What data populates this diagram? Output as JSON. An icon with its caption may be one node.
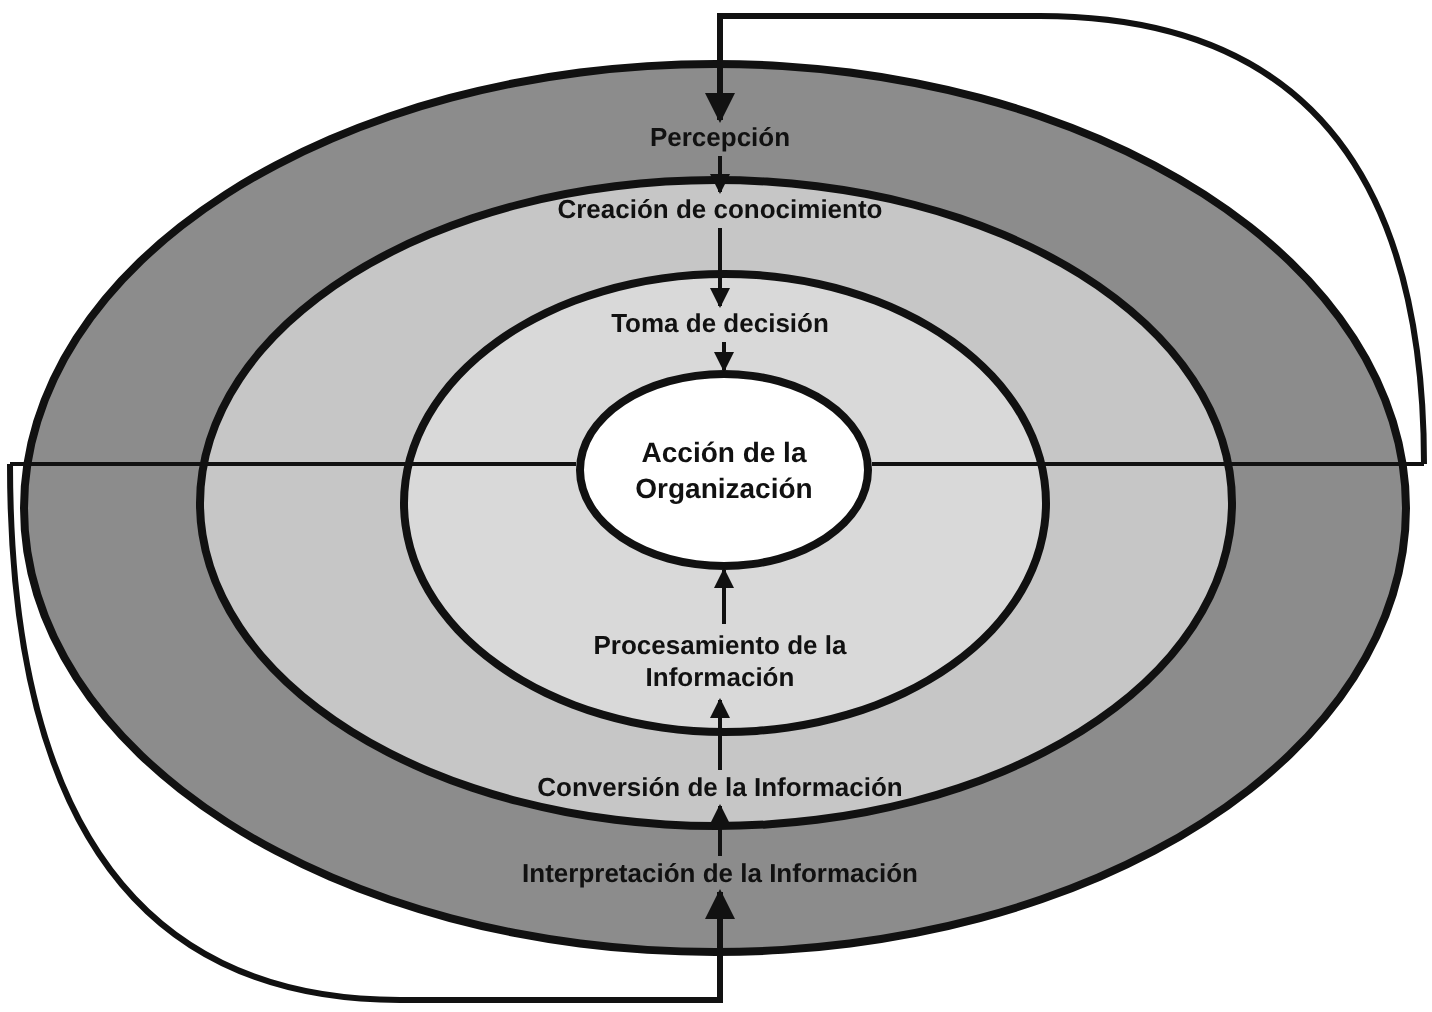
{
  "diagram": {
    "nodes": [
      {
        "text": [],
        "shape": "ellipse"
      },
      {
        "text": [],
        "shape": "ellipse",
        "in": 0
      },
      {
        "text": [],
        "shape": "ellipse",
        "in": 1
      },
      {
        "text": [
          "Acción de la Organización"
        ],
        "in": 2
      },
      {
        "text": [
          "Percepción"
        ],
        "in": 0
      },
      {
        "text": [
          "Creación de conocimiento"
        ],
        "in": 1
      },
      {
        "text": [
          "Toma de decisión"
        ],
        "in": 2
      },
      {
        "text": [
          "Procesamiento de la Información"
        ],
        "in": 2
      },
      {
        "text": [
          "Conversión de la Información"
        ],
        "in": 1
      },
      {
        "text": [
          "Interpretación de la Información"
        ],
        "in": 0
      }
    ],
    "edges": [
      {
        "from": null,
        "to": 4,
        "arrow": "to"
      },
      {
        "from": 4,
        "to": 5,
        "arrow": "to"
      },
      {
        "from": 5,
        "to": 6,
        "arrow": "to"
      },
      {
        "from": 6,
        "to": 3,
        "arrow": "to"
      },
      {
        "from": null,
        "to": 9,
        "arrow": "to"
      },
      {
        "from": 9,
        "to": 8,
        "arrow": "to"
      },
      {
        "from": 8,
        "to": 7,
        "arrow": "to"
      },
      {
        "from": 7,
        "to": 3,
        "arrow": "to"
      }
    ]
  }
}
